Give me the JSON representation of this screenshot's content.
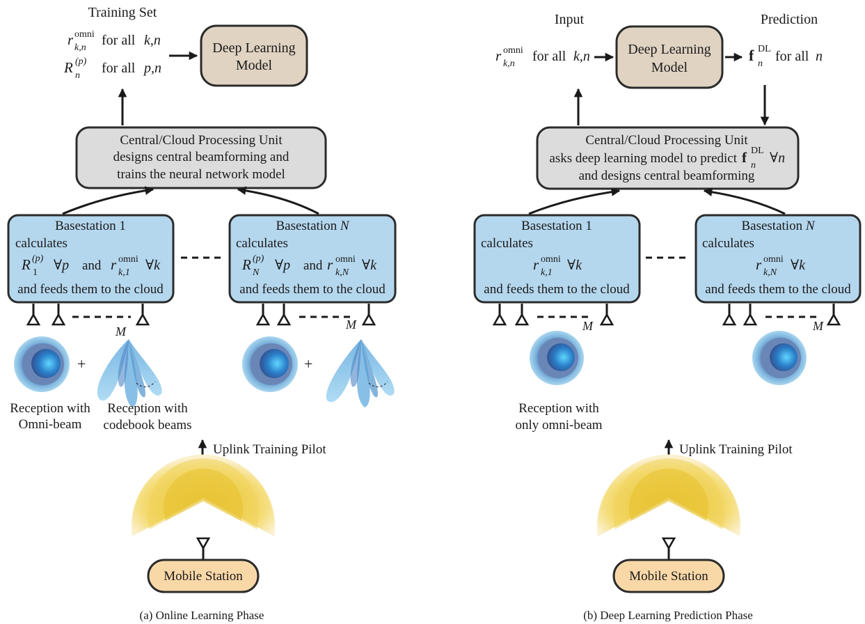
{
  "panel_a": {
    "caption": "(a)  Online Learning Phase",
    "training_set_title": "Training Set",
    "training_line1_var": "r",
    "training_line1_sup": "omni",
    "training_line1_sub": "k,n",
    "training_line1_text": "for all",
    "training_line1_idx": "k,n",
    "training_line2_var": "R",
    "training_line2_sup": "(p)",
    "training_line2_sub": "n",
    "training_line2_text": "for all",
    "training_line2_idx": "p,n",
    "dl_model_line1": "Deep Learning",
    "dl_model_line2": "Model",
    "cpu_line1": "Central/Cloud Processing Unit",
    "cpu_line2": "designs central beamforming  and",
    "cpu_line3": "trains the neural network model",
    "bs1_title": "Basestation 1",
    "bs1_calc": "calculates",
    "bs1_r1": "R",
    "bs1_r1_sup": "(p)",
    "bs1_r1_sub": "1",
    "bs1_forall_p": "∀p",
    "bs1_and": "and",
    "bs1_r2": "r",
    "bs1_r2_sup": "omni",
    "bs1_r2_sub": "k,1",
    "bs1_forall_k": "∀k",
    "bs1_feeds": "and feeds them to the cloud",
    "bsN_title": "Basestation ",
    "bsN_title_var": "N",
    "bsN_calc": "calculates",
    "bsN_r1": "R",
    "bsN_r1_sup": "(p)",
    "bsN_r1_sub": "N",
    "bsN_forall_p": "∀p",
    "bsN_and": "and",
    "bsN_r2": "r",
    "bsN_r2_sup": "omni",
    "bsN_r2_sub": "k,N",
    "bsN_forall_k": "∀k",
    "bsN_feeds": "and feeds them to the cloud",
    "antenna_M": "M",
    "plus": "+",
    "reception_omni_line1": "Reception with",
    "reception_omni_line2": "Omni-beam",
    "reception_codebook_line1": "Reception with",
    "reception_codebook_line2": "codebook beams",
    "uplink_label": "Uplink Training Pilot",
    "mobile_station": "Mobile Station"
  },
  "panel_b": {
    "caption": "(b)  Deep Learning Prediction Phase",
    "input_title": "Input",
    "prediction_title": "Prediction",
    "input_var": "r",
    "input_sup": "omni",
    "input_sub": "k,n",
    "input_text": "for all",
    "input_idx": "k,n",
    "pred_var": "f",
    "pred_sup": "DL",
    "pred_sub": "n",
    "pred_text": "for all",
    "pred_idx": "n",
    "dl_model_line1": "Deep Learning",
    "dl_model_line2": "Model",
    "cpu_line1": "Central/Cloud Processing Unit",
    "cpu_line2": "asks deep learning model to predict",
    "cpu_line2_var": "f",
    "cpu_line2_sup": "DL",
    "cpu_line2_sub": "n",
    "cpu_line2_forall": "∀n",
    "cpu_line3": "and designs central beamforming",
    "bs1_title": "Basestation 1",
    "bs1_calc": "calculates",
    "bs1_r": "r",
    "bs1_r_sup": "omni",
    "bs1_r_sub": "k,1",
    "bs1_forall_k": "∀k",
    "bs1_feeds": "and feeds them to the cloud",
    "bsN_title": "Basestation ",
    "bsN_title_var": "N",
    "bsN_calc": "calculates",
    "bsN_r": "r",
    "bsN_r_sup": "omni",
    "bsN_r_sub": "k,N",
    "bsN_forall_k": "∀k",
    "bsN_feeds": "and feeds them to the cloud",
    "antenna_M": "M",
    "reception_line1": "Reception with",
    "reception_line2": "only omni-beam",
    "uplink_label": "Uplink Training Pilot",
    "mobile_station": "Mobile Station"
  },
  "colors": {
    "dl_box": "#e0d3c2",
    "cpu_box": "#dcdcdc",
    "bs_box": "#b4d7ee",
    "ms_box": "#f9d8a8",
    "omni_beam": "#4aa8e0",
    "codebook_beam": "#8cc8ea",
    "pilot_wave": "#f2cf4a"
  }
}
